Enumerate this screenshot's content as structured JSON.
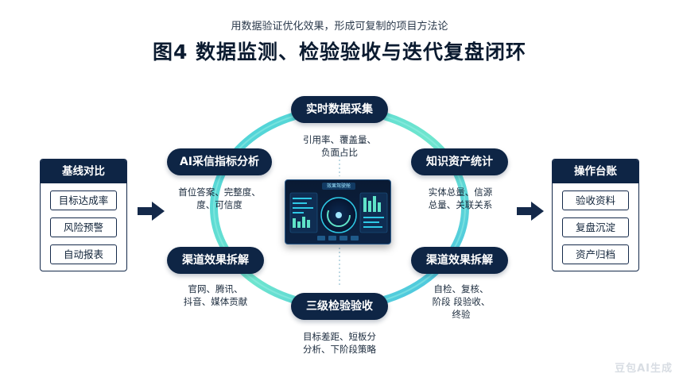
{
  "header": {
    "subtitle": "用数据验证优化效果，形成可复制的项目方法论",
    "title": "图4 数据监测、检验验收与迭代复盘闭环"
  },
  "cycle": {
    "top": {
      "label": "实时数据采集",
      "note": [
        "引用率、覆盖量、",
        "负面占比"
      ]
    },
    "upper_right": {
      "label": "知识资产统计",
      "note": [
        "实体总量、信源",
        "总量、关联关系"
      ]
    },
    "lower_right": {
      "label": "渠道效果拆解",
      "note": [
        "自检、复核、",
        "阶段 段验收、",
        "终验"
      ]
    },
    "bottom": {
      "label": "三级检验验收",
      "note": [
        "目标差距、短板分",
        "分析、下阶段策略"
      ]
    },
    "lower_left": {
      "label": "渠道效果拆解",
      "note": [
        "官网、腾讯、",
        "抖音、媒体贡献"
      ]
    },
    "upper_left": {
      "label": "AI采信指标分析",
      "note": [
        "首位答案、完整度、",
        "度、可信度"
      ]
    }
  },
  "dashboard": {
    "title": "效果驾驶舱"
  },
  "left_panel": {
    "title": "基线对比",
    "items": [
      "目标达成率",
      "风险预警",
      "自动报表"
    ]
  },
  "right_panel": {
    "title": "操作台账",
    "items": [
      "验收资料",
      "复盘沉淀",
      "资产归档"
    ]
  },
  "colors": {
    "ring": "#3fd6cf",
    "node_bg": "#0e2545",
    "arrow": "#14294a"
  },
  "watermark": "豆包AI生成"
}
